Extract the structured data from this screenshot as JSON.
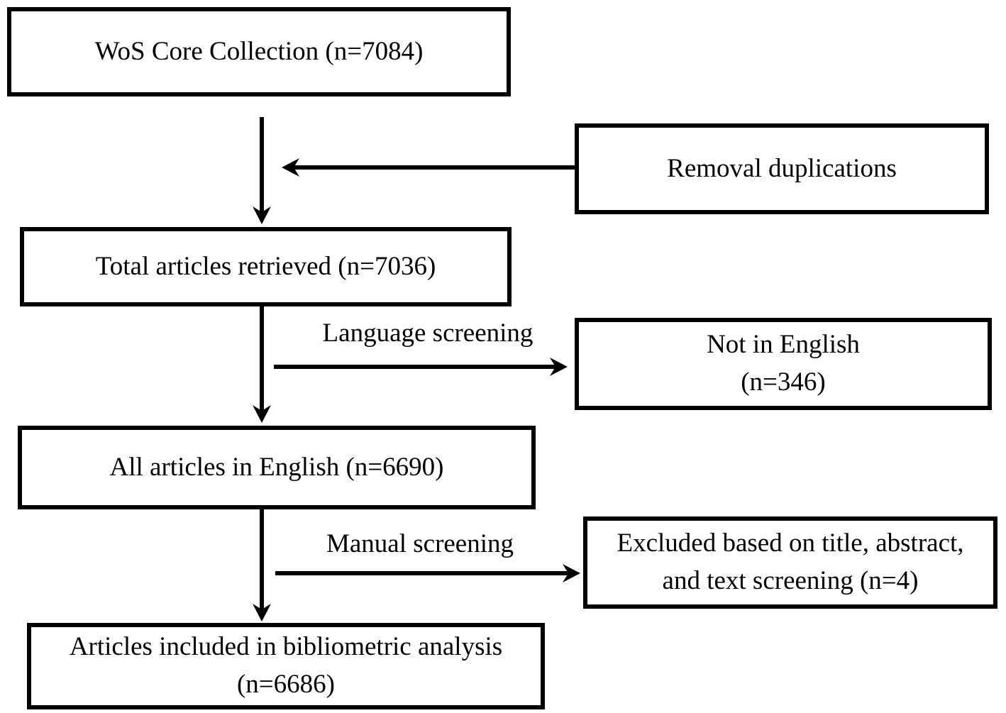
{
  "colors": {
    "background": "#ffffff",
    "line": "#000000",
    "text": "#000000"
  },
  "nodes": {
    "wos": {
      "label": "WoS Core Collection (n=7084)",
      "count": 7084
    },
    "removal": {
      "label": "Removal duplications"
    },
    "total": {
      "label": "Total articles retrieved (n=7036)",
      "count": 7036
    },
    "not_english": {
      "line1": "Not in English",
      "line2": "(n=346)",
      "count": 346
    },
    "english": {
      "label": "All articles in English (n=6690)",
      "count": 6690
    },
    "excluded": {
      "line1": "Excluded based on title, abstract,",
      "line2": "and text screening (n=4)",
      "count": 4
    },
    "included": {
      "line1": "Articles included in bibliometric analysis",
      "line2": "(n=6686)",
      "count": 6686
    }
  },
  "edge_labels": {
    "language": "Language screening",
    "manual": "Manual screening"
  },
  "edges": [
    {
      "from": "wos",
      "to": "total",
      "label": ""
    },
    {
      "from": "removal",
      "to": "wos-total-connector",
      "label": ""
    },
    {
      "from": "total",
      "to": "english",
      "label": ""
    },
    {
      "from": "total",
      "to": "not_english",
      "label": "Language screening"
    },
    {
      "from": "english",
      "to": "included",
      "label": ""
    },
    {
      "from": "english",
      "to": "excluded",
      "label": "Manual screening"
    }
  ]
}
